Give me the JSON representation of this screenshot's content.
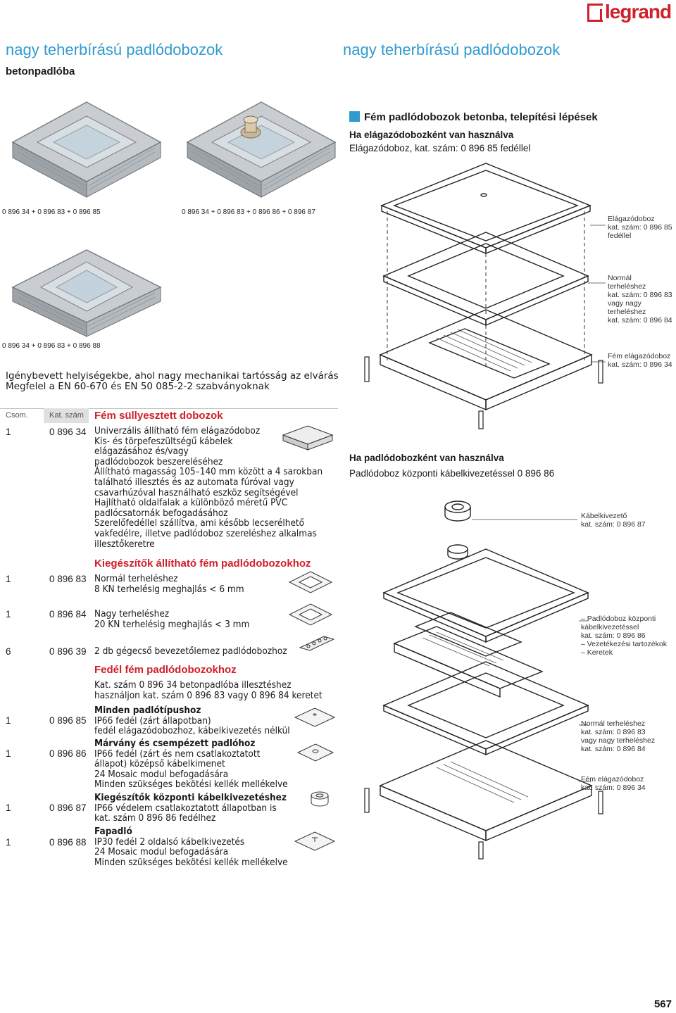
{
  "brand": "legrand",
  "header": {
    "title_left": "nagy teherbírású padlódobozok",
    "title_right": "nagy teherbírású padlódobozok",
    "subtitle": "betonpadlóba"
  },
  "photos": [
    {
      "caption": "0 896 34 + 0 896 83 + 0 896 85"
    },
    {
      "caption": "0 896 34 + 0 896 83 + 0 896 86 + 0 896 87"
    },
    {
      "caption": "0 896 34 + 0 896 83 + 0 896 88"
    }
  ],
  "requirement": [
    "Igénybevett helyiségekbe, ahol nagy mechanikai tartósság az elvárás",
    "Megfelel a EN 60-670 és EN 50 085-2-2 szabványoknak"
  ],
  "install": {
    "heading": "Fém padlódobozok betonba, telepítési lépések",
    "use1_title": "Ha elágazódobozként van használva",
    "use1_text": "Elágazódoboz, kat. szám: 0 896 85 fedéllel",
    "labels1": [
      [
        "Elágazódoboz",
        "kat. szám: 0 896 85",
        "fedéllel"
      ],
      [
        "Normál",
        "terheléshez",
        "kat. szám: 0 896 83",
        "vagy nagy",
        "terheléshez",
        "kat. szám: 0 896 84"
      ],
      [
        "Fém elágazódoboz",
        "kat. szám: 0 896 34"
      ]
    ],
    "use2_title": "Ha padlódobozként van használva",
    "use2_text": "Padlódoboz központi kábelkivezetéssel 0 896 86",
    "labels2": [
      [
        "Kábelkivezető",
        "kat. szám: 0 896 87"
      ],
      [
        "– Padlódoboz központi",
        "kábelkivezetéssel",
        "kat. szám: 0 896 86",
        "– Vezetékezési tartozékok",
        "– Keretek"
      ],
      [
        "Normál terheléshez",
        "kat. szám: 0 896 83",
        "vagy nagy terheléshez",
        "kat. szám: 0 896 84"
      ],
      [
        "Fém elágazódoboz",
        "kat. szám: 0 896 34"
      ]
    ]
  },
  "table": {
    "col_qty": "Csom.",
    "col_cat": "Kat. szám",
    "group1": "Fém süllyesztett dobozok",
    "group2": "Kiegészítők állítható fém padlódobozokhoz",
    "group3": "Fedél fém padlódobozokhoz",
    "rows": [
      {
        "qty": "1",
        "cat": "0 896 34",
        "lines": [
          "Univerzális állítható fém elágazódoboz",
          "Kis- és törpefeszültségű kábelek",
          "elágazásához és/vagy",
          "padlódobozok beszereléséhez",
          "Állítható magasság 105–140 mm között a 4 sarokban",
          "található illesztés és az automata fúróval vagy",
          "csavarhúzóval használható eszköz segítségével",
          "Hajlítható oldalfalak a különböző méretű PVC",
          "padlócsatornák befogadásához",
          "Szerelőfedéllel szállítva, ami később lecserélhető",
          "vakfedélre, illetve padlódoboz szereléshez alkalmas",
          "illesztőkeretre"
        ]
      },
      {
        "qty": "1",
        "cat": "0 896 83",
        "lines": [
          "Normál terheléshez",
          "8 KN terhelésig meghajlás < 6 mm"
        ]
      },
      {
        "qty": "1",
        "cat": "0 896 84",
        "lines": [
          "Nagy terheléshez",
          "20 KN terhelésig meghajlás < 3 mm"
        ]
      },
      {
        "qty": "6",
        "cat": "0 896 39",
        "lines": [
          "2 db gégecső bevezetőlemez padlódobozhoz"
        ]
      },
      {
        "qty": "1",
        "cat": "0 896 85",
        "head": "Minden padlótípushoz",
        "lines": [
          "IP66 fedél (zárt állapotban)",
          "fedél elágazódobozhoz, kábelkivezetés nélkül"
        ]
      },
      {
        "qty": "1",
        "cat": "0 896 86",
        "head": "Márvány és csempézett padlóhoz",
        "lines": [
          "IP66 fedél (zárt és nem csatlakoztatott",
          "állapot) középső kábelkimenet",
          "24 Mosaic modul befogadására",
          "Minden szükséges bekötési kellék mellékelve"
        ]
      },
      {
        "qty": "1",
        "cat": "0 896 87",
        "head": "Kiegészítők központi kábelkivezetéshez",
        "lines": [
          "IP66 védelem csatlakoztatott állapotban is",
          "kat. szám 0 896 86 fedélhez"
        ]
      },
      {
        "qty": "1",
        "cat": "0 896 88",
        "head": "Fapadló",
        "lines": [
          "IP30 fedél 2 oldalsó kábelkivezetés",
          "24 Mosaic modul befogadására",
          "Minden szükséges bekötési kellék mellékelve"
        ]
      }
    ],
    "cover_intro": [
      "Kat. szám 0 896 34 betonpadlóba illesztéshez",
      "használjon kat. szám 0 896 83 vagy 0 896 84 keretet"
    ]
  },
  "page_number": "567",
  "colors": {
    "accent": "#2f9bcf",
    "brand_red": "#d0202a"
  }
}
